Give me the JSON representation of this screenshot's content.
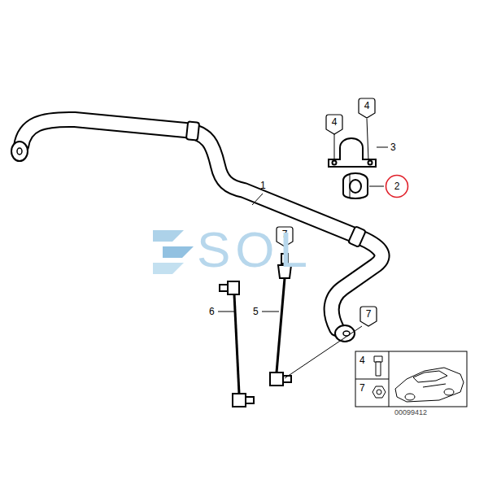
{
  "diagram": {
    "nodes": [
      {
        "text": [
          "4"
        ]
      },
      {
        "text": [
          "4"
        ]
      },
      {
        "text": [
          "2"
        ]
      },
      {
        "text": [
          "7"
        ]
      },
      {
        "text": [
          "7"
        ]
      }
    ],
    "labels": [
      "1",
      "3",
      "5",
      "6",
      "SOL",
      "4",
      "7",
      "00099412"
    ]
  }
}
